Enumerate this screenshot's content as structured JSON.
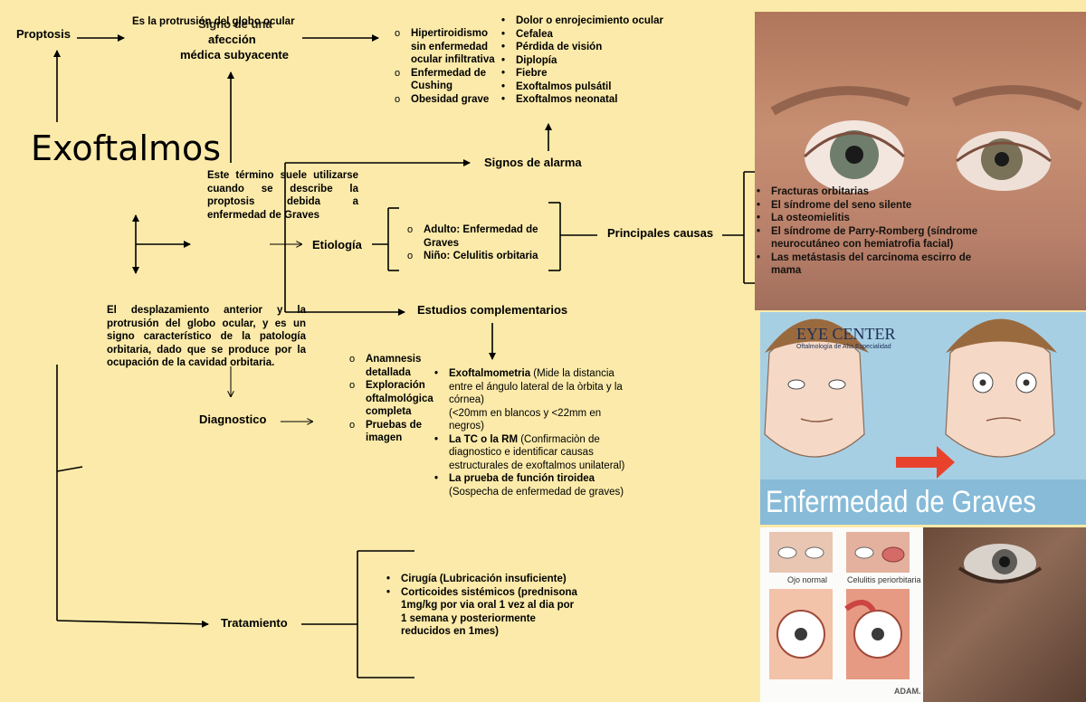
{
  "title": "Exoftalmos",
  "proptosis": {
    "label": "Proptosis",
    "definition": "Es la protrusión del globo ocular",
    "overlap_label": "Signo de una",
    "subtitle_line1": "afección",
    "subtitle_line2": "médica subyacente"
  },
  "graves_note": "Este término suele utilizarse cuando se describe la proptosis debida a enfermedad de Graves",
  "definition_text": "El desplazamiento anterior y la protrusión del globo ocular, y es un signo característico de la patología orbitaria, dado que se produce por la ocupación de la cavidad orbitaria.",
  "alarm": {
    "label": "Signos de alarma",
    "causes": [
      "Hipertiroidismo sin enfermedad ocular infiltrativa",
      "Enfermedad de Cushing",
      "Obesidad grave"
    ],
    "signs": [
      "Dolor o enrojecimiento ocular",
      "Cefalea",
      "Pérdida de visión",
      "Diplopía",
      "Fiebre",
      "Exoftalmos pulsátil",
      "Exoftalmos neonatal"
    ]
  },
  "etiology": {
    "label": "Etiología",
    "items": [
      "Adulto: Enfermedad de Graves",
      "Niño: Celulitis orbitaria"
    ]
  },
  "main_causes": {
    "label": "Principales causas",
    "items": [
      "Fracturas orbitarias",
      "El síndrome del seno silente",
      "La osteomielitis",
      "El síndrome de Parry-Romberg (síndrome neurocutáneo con hemiatrofia facial)",
      "Las metástasis del carcinoma escirro de mama"
    ]
  },
  "studies": {
    "label": "Estudios complementarios",
    "items": [
      "Anamnesis detallada",
      "Exploración oftalmológica completa",
      "Pruebas de imagen"
    ],
    "details": [
      {
        "name": "Exoftalmometria",
        "desc": " (Mide la distancia entre el ángulo lateral de la òrbita y la córnea)"
      },
      {
        "name": "",
        "desc": "(<20mm en blancos y <22mm en negros)"
      },
      {
        "name": "La TC o la RM",
        "desc": " (Confirmaciòn de diagnostico e identificar causas estructurales de exoftalmos unilateral)"
      },
      {
        "name": "La prueba de función tiroidea",
        "desc": " (Sospecha de enfermedad de graves)"
      }
    ]
  },
  "diagnosis": {
    "label": "Diagnostico"
  },
  "treatment": {
    "label": "Tratamiento",
    "items": [
      "Cirugía (Lubricación insuficiente)",
      "Corticoides sistémicos (prednisona 1mg/kg por via oral 1 vez al dia por 1 semana y posteriormente reducidos en 1mes)"
    ]
  },
  "images": {
    "eye_center": "EYE CENTER",
    "eye_center_sub": "Oftalmología de Alta Especialidad",
    "graves_caption": "Enfermedad de Graves",
    "normal_eye": "Ojo normal",
    "cellulitis": "Celulitis periorbitaria",
    "adam": "ADAM."
  }
}
